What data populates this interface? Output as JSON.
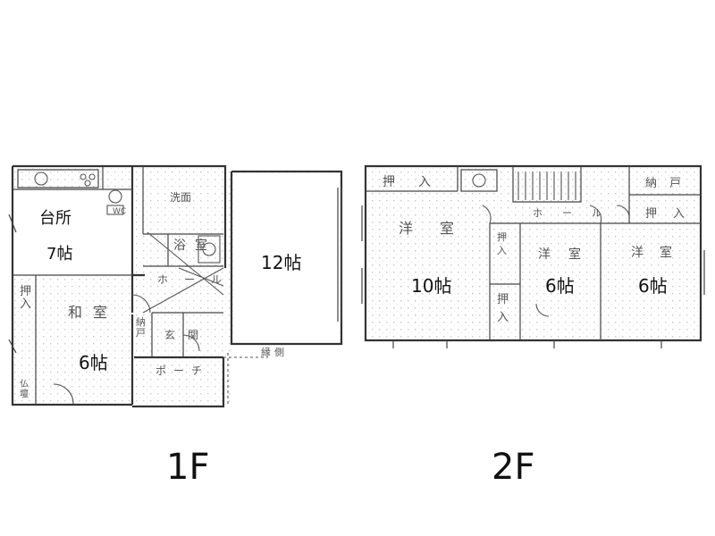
{
  "floors": {
    "first": {
      "label": "1F",
      "rooms": {
        "kitchen_name": "台所",
        "kitchen_size": "7帖",
        "living_size": "12帖",
        "japanese_size": "6帖"
      },
      "handwritten": {
        "oshiire": "押入",
        "washitsu": "和室",
        "butsudan": "仏壇",
        "senmen": "洗面",
        "yokushitsu": "浴室",
        "hall": "ホール",
        "nando": "納戸",
        "genkan": "玄関",
        "porch": "ポーチ",
        "toilet": "WC",
        "engawa": "縁側"
      }
    },
    "second": {
      "label": "2F",
      "rooms": {
        "west_size": "10帖",
        "mid_size": "6帖",
        "east_size": "6帖"
      },
      "handwritten": {
        "oshiire_w": "押入",
        "yoshitsu_w": "洋室",
        "yoshitsu_m": "洋室",
        "yoshitsu_e": "洋室",
        "oshiire_e": "押入",
        "nando": "納戸",
        "hall": "ホール",
        "oshiire_mid": "押入",
        "oshiire_bot": "押入"
      }
    }
  }
}
